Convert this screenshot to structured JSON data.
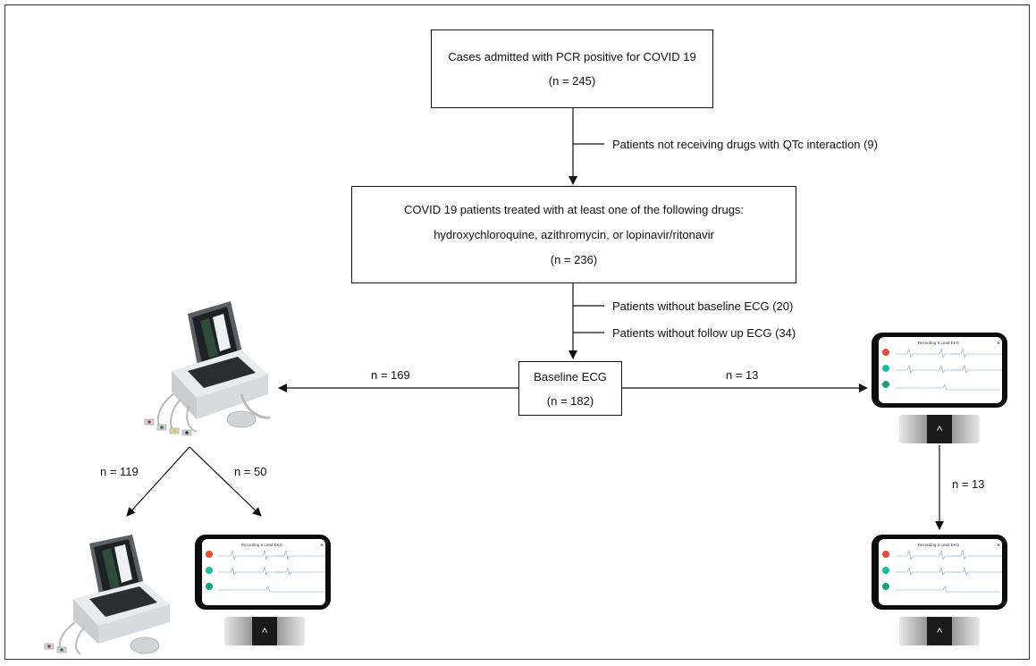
{
  "boxes": {
    "admitted": {
      "line1": "Cases admitted with PCR positive for COVID 19",
      "line2": "(n = 245)"
    },
    "treated": {
      "line1": "COVID 19 patients treated with at least one of the following drugs:",
      "line2": "hydroxychloroquine, azithromycin, or lopinavir/ritonavir",
      "line3": "(n = 236)"
    },
    "baseline": {
      "line1": "Baseline ECG",
      "line2": "(n = 182)"
    }
  },
  "exclusions": {
    "qtc": "Patients not receiving drugs with QTc interaction (9)",
    "no_baseline": "Patients without baseline ECG (20)",
    "no_followup": "Patients without follow up ECG (34)"
  },
  "edges": {
    "left": "n = 169",
    "right": "n = 13",
    "left_a": "n = 119",
    "left_b": "n = 50",
    "right_down": "n = 13"
  },
  "device": {
    "phone_title": "Recording 6 Lead EKG",
    "kardia_glyph": "^"
  }
}
